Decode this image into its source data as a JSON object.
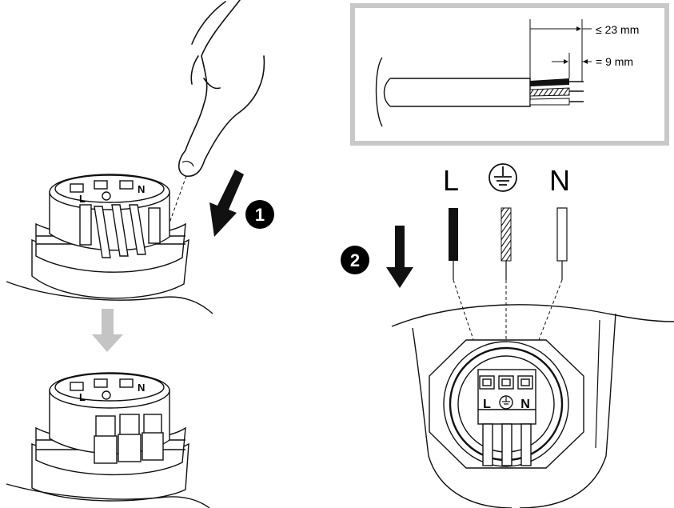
{
  "strip_lengths": {
    "outer": "≤ 23 mm",
    "inner": "= 9 mm"
  },
  "step_badges": {
    "step1": "1",
    "step2": "2"
  },
  "wire_labels": {
    "live": "L",
    "earth_icon": "protective-earth-icon",
    "neutral": "N"
  },
  "terminal_labels": {
    "live": "L",
    "neutral": "N",
    "earth_icon": "protective-earth-icon"
  },
  "colors": {
    "line": "#111111",
    "frame": "#c8c8c8",
    "transition_arrow": "#c4c4c4",
    "badge": "#000000"
  }
}
